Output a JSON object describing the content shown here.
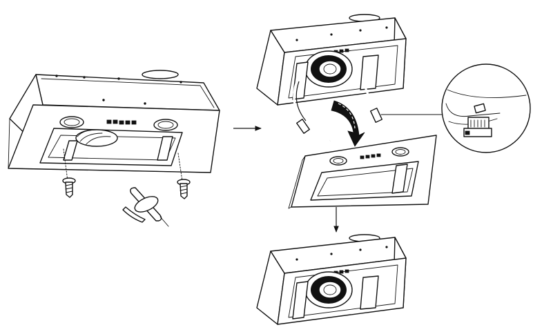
{
  "figure": {
    "steps": [
      {
        "id": "step-remove-screws",
        "depicts": "hood-with-screws-and-screwdriver"
      },
      {
        "id": "step-connect-cables",
        "depicts": "hood-with-panel-cables-and-connector-detail"
      },
      {
        "id": "step-assembled",
        "depicts": "hood-assembled"
      }
    ],
    "arrows": [
      "right",
      "curved-down",
      "down"
    ],
    "icons": [
      "screw-icon",
      "screwdriver-icon",
      "connector-icon",
      "fan-icon"
    ],
    "colors": {
      "line": "#111111",
      "background": "#ffffff"
    }
  }
}
